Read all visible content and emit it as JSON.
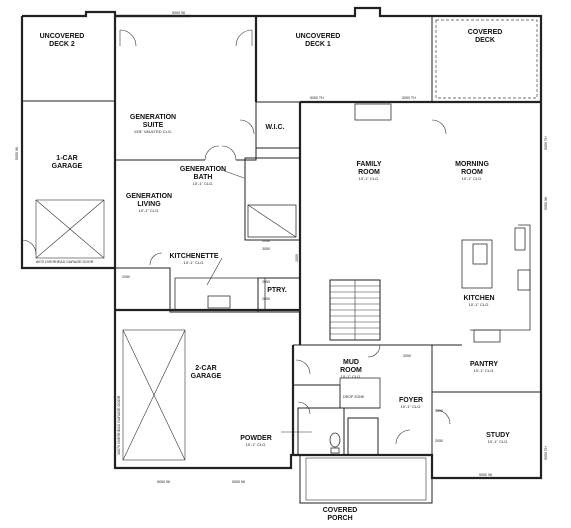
{
  "rooms": {
    "uncovered_deck_2": {
      "line1": "UNCOVERED",
      "line2": "DECK 2"
    },
    "uncovered_deck_1": {
      "line1": "UNCOVERED",
      "line2": "DECK 1"
    },
    "covered_deck": {
      "line1": "COVERED",
      "line2": "DECK"
    },
    "generation_suite": {
      "line1": "GENERATION",
      "line2": "SUITE",
      "dim": "13'8\" VAULTED CLG."
    },
    "wic": {
      "line1": "W.I.C."
    },
    "one_car_garage": {
      "line1": "1-CAR",
      "line2": "GARAGE"
    },
    "generation_bath": {
      "line1": "GENERATION",
      "line2": "BATH",
      "dim": "10'-1\" CLG."
    },
    "generation_living": {
      "line1": "GENERATION",
      "line2": "LIVING",
      "dim": "10'-1\" CLG."
    },
    "family_room": {
      "line1": "FAMILY",
      "line2": "ROOM",
      "dim": "10'-1\" CLG."
    },
    "morning_room": {
      "line1": "MORNING",
      "line2": "ROOM",
      "dim": "10'-1\" CLG."
    },
    "kitchenette": {
      "line1": "KITCHENETTE",
      "dim": "10'-1\" CLG."
    },
    "ptry_small": {
      "line1": "PTRY."
    },
    "kitchen": {
      "line1": "KITCHEN",
      "dim": "10'-1\" CLG."
    },
    "two_car_garage": {
      "line1": "2-CAR",
      "line2": "GARAGE"
    },
    "mud_room": {
      "line1": "MUD",
      "line2": "ROOM",
      "dim": "10'-1\" CLG."
    },
    "pantry": {
      "line1": "PANTRY",
      "dim": "10'-1\" CLG."
    },
    "foyer": {
      "line1": "FOYER",
      "dim": "10'-1\" CLG."
    },
    "powder": {
      "line1": "POWDER",
      "dim": "10'-1\" CLG."
    },
    "study": {
      "line1": "STUDY",
      "dim": "10'-1\" CLG."
    },
    "covered_porch": {
      "line1": "COVERED",
      "line2": "PORCH"
    }
  },
  "notes": {
    "garage_door_small": "8070 OVERHEAD GARAGE DOOR",
    "garage_door_large": "16070 OVERHEAD GARAGE DOOR",
    "drop_zone": "DROP ZONE",
    "window_top": "5050 96",
    "window_a": "5050 TH",
    "window_b": "5050 TH",
    "window_c": "5050 96",
    "window_d": "5050 96",
    "window_e": "3050",
    "window_f": "2050",
    "window_g": "2050",
    "window_h": "2050",
    "window_i": "3050",
    "window_j": "5050 96",
    "window_k": "5050 96",
    "window_l": "5050 96",
    "window_m": "3050",
    "window_n": "2050",
    "window_o": "2050",
    "window_p": "2050",
    "window_q": "5050 TH",
    "window_r": "5050 TH"
  }
}
